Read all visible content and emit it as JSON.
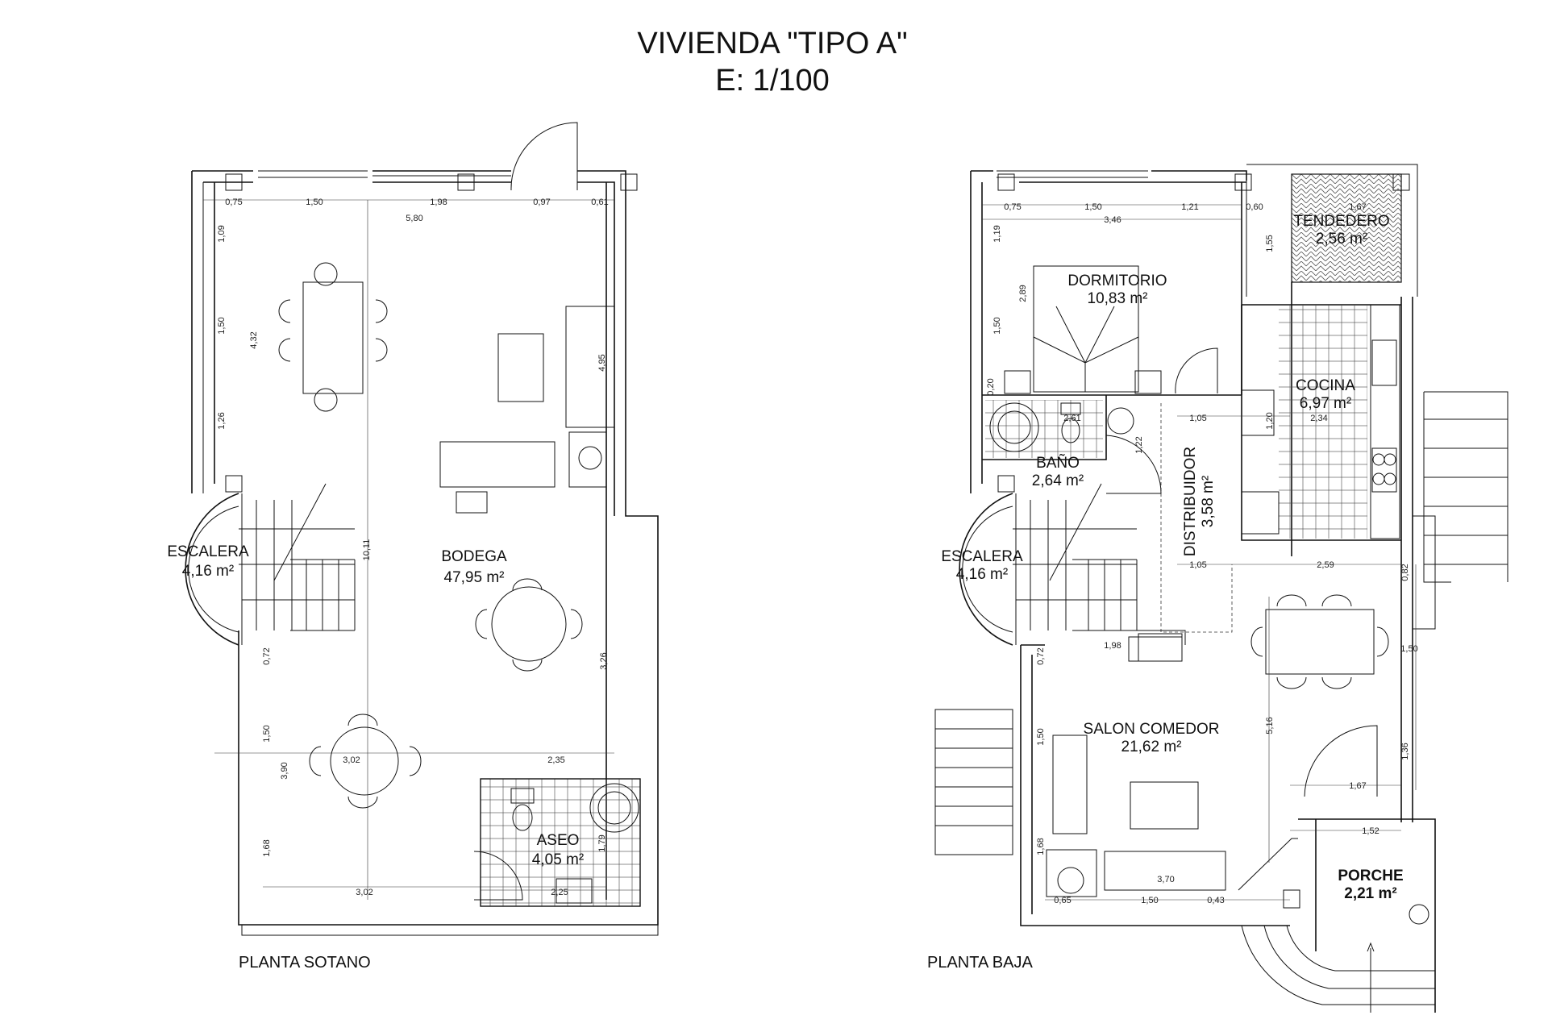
{
  "header": {
    "title": "VIVIENDA \"TIPO A\"",
    "scale": "E: 1/100"
  },
  "sotano": {
    "caption": "PLANTA SOTANO",
    "rooms": [
      {
        "name": "ESCALERA",
        "area": "4,16 m²"
      },
      {
        "name": "BODEGA",
        "area": "47,95 m²"
      },
      {
        "name": "ASEO",
        "area": "4,05 m²"
      }
    ],
    "dims": [
      "0,75",
      "1,50",
      "1,98",
      "0,97",
      "0,61",
      "5,80",
      "1,09",
      "1,50",
      "1,26",
      "4,32",
      "4,95",
      "10,11",
      "3,26",
      "0,72",
      "1,50",
      "3,90",
      "1,68",
      "3,02",
      "2,35",
      "1,79",
      "3,02",
      "2,25"
    ]
  },
  "baja": {
    "caption": "PLANTA BAJA",
    "rooms": [
      {
        "name": "TENDEDERO",
        "area": "2,56 m²"
      },
      {
        "name": "DORMITORIO",
        "area": "10,83 m²"
      },
      {
        "name": "COCINA",
        "area": "6,97 m²"
      },
      {
        "name": "BAÑO",
        "area": "2,64 m²"
      },
      {
        "name": "DISTRIBUIDOR",
        "area": "3,58 m²"
      },
      {
        "name": "ESCALERA",
        "area": "4,16 m²"
      },
      {
        "name": "SALON COMEDOR",
        "area": "21,62 m²"
      },
      {
        "name": "PORCHE",
        "area": "2,21 m²"
      }
    ],
    "dims": [
      "0,75",
      "1,50",
      "1,21",
      "0,60",
      "1,67",
      "3,46",
      "1,19",
      "2,89",
      "1,50",
      "1,55",
      "0,20",
      "1,05",
      "1,20",
      "2,34",
      "2,61",
      "1,22",
      "1,05",
      "2,59",
      "0,82",
      "1,98",
      "0,72",
      "1,50",
      "1,50",
      "5,16",
      "1,36",
      "1,67",
      "1,52",
      "1,68",
      "3,70",
      "0,65",
      "1,50",
      "0,43"
    ]
  }
}
